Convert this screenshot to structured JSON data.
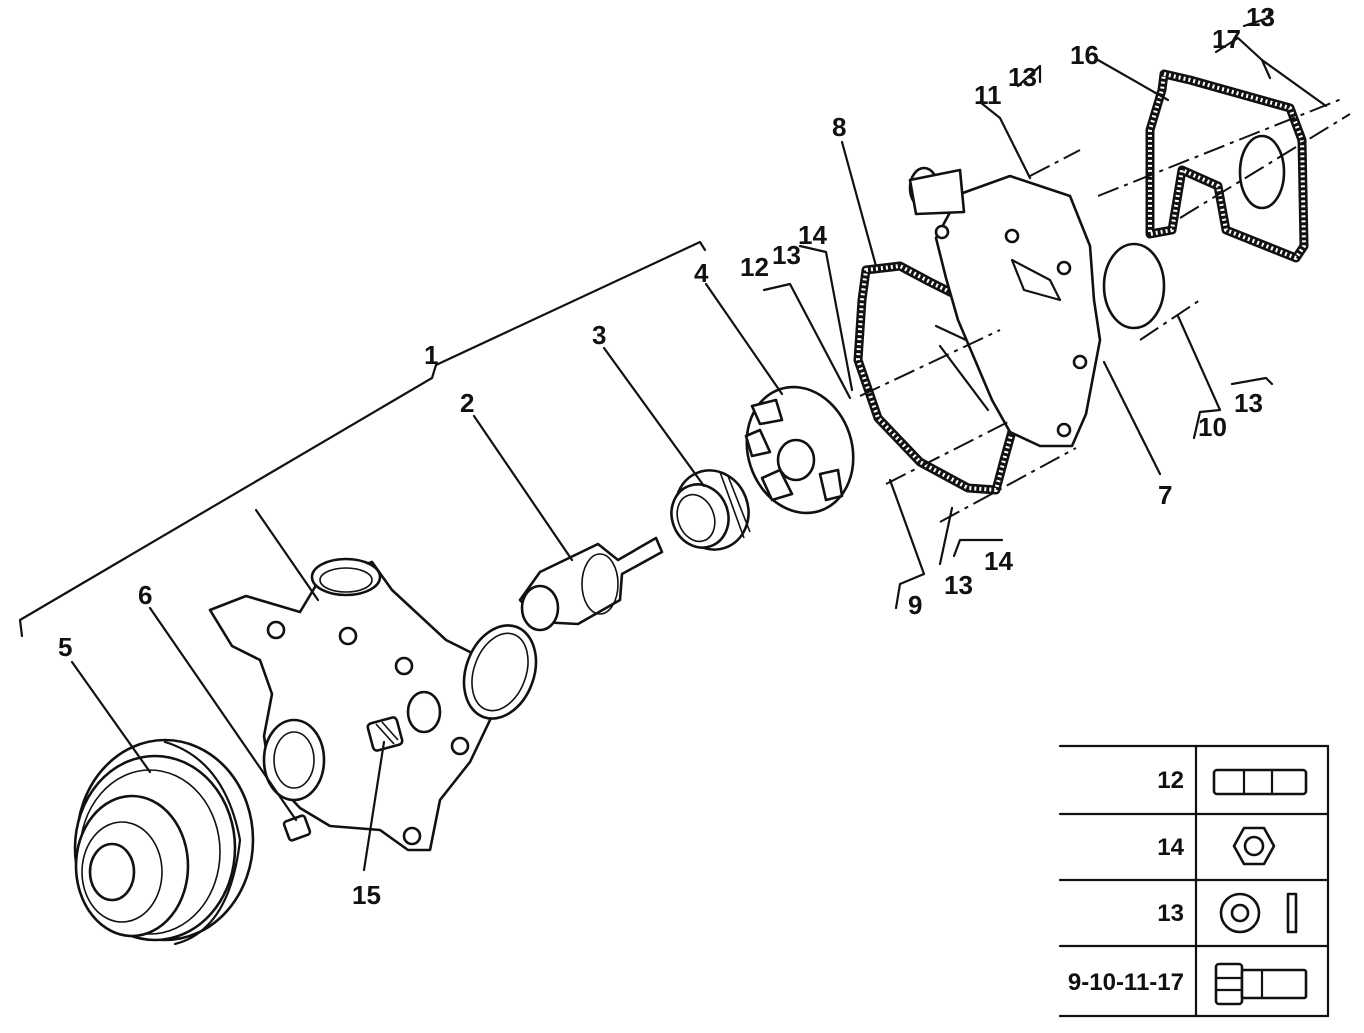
{
  "callouts": {
    "c1": "1",
    "c2": "2",
    "c3": "3",
    "c4": "4",
    "c5": "5",
    "c6": "6",
    "c7": "7",
    "c8": "8",
    "c9": "9",
    "c10": "10",
    "c11": "11",
    "c12": "12",
    "c15": "15",
    "c16": "16",
    "c17": "17",
    "c13_a": "13",
    "c13_b": "13",
    "c13_c": "13",
    "c13_d": "13",
    "c13_e": "13",
    "c14_a": "14",
    "c14_b": "14"
  },
  "legend": {
    "rows": [
      {
        "label": "12",
        "icon": "stud-icon"
      },
      {
        "label": "14",
        "icon": "hex-nut-icon"
      },
      {
        "label": "13",
        "icon": "washer-icon"
      },
      {
        "label": "9-10-11-17",
        "icon": "bolt-icon"
      }
    ]
  }
}
